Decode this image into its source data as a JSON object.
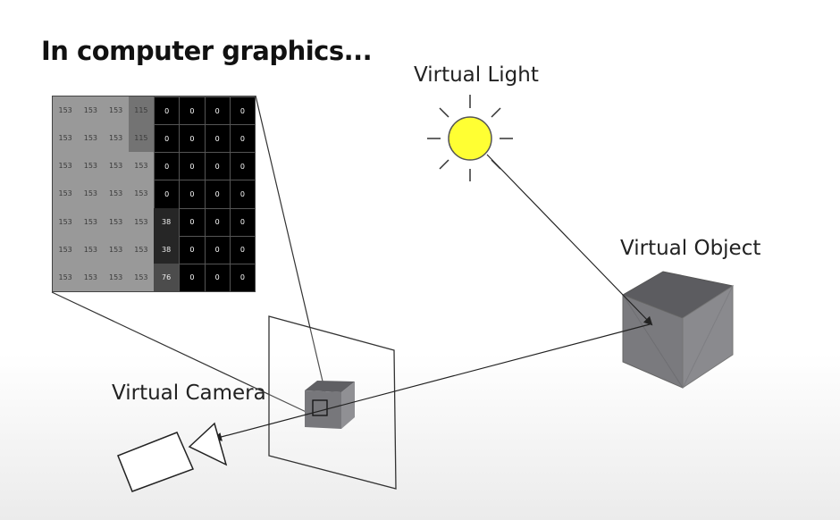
{
  "title": "In computer graphics...",
  "labels": {
    "light": "Virtual Light",
    "object": "Virtual Object",
    "camera": "Virtual Camera"
  },
  "pixel_grid": [
    [
      "153",
      "153",
      "153",
      "115",
      "0",
      "0",
      "0",
      "0"
    ],
    [
      "153",
      "153",
      "153",
      "115",
      "0",
      "0",
      "0",
      "0"
    ],
    [
      "153",
      "153",
      "153",
      "153",
      "0",
      "0",
      "0",
      "0"
    ],
    [
      "153",
      "153",
      "153",
      "153",
      "0",
      "0",
      "0",
      "0"
    ],
    [
      "153",
      "153",
      "153",
      "153",
      "38",
      "0",
      "0",
      "0"
    ],
    [
      "153",
      "153",
      "153",
      "153",
      "38",
      "0",
      "0",
      "0"
    ],
    [
      "153",
      "153",
      "153",
      "153",
      "76",
      "0",
      "0",
      "0"
    ]
  ],
  "colors": {
    "sun": "#ffff33",
    "cube_front": "#7a7a7e",
    "cube_top": "#5f5f63",
    "cube_side": "#8e8e92"
  }
}
